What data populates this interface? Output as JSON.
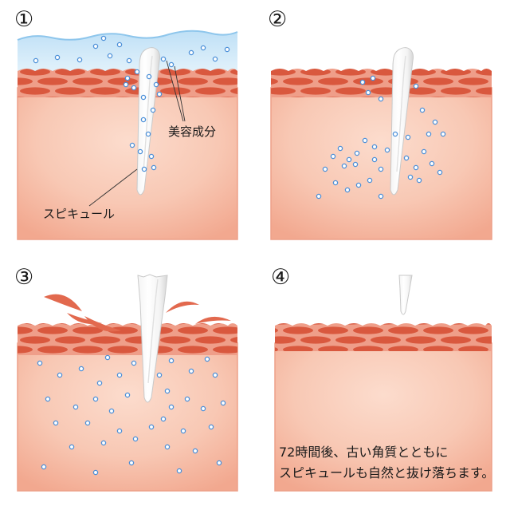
{
  "panels": [
    {
      "number": "①",
      "labels": {
        "ingredient": "美容成分",
        "spicule": "スピキュール"
      }
    },
    {
      "number": "②"
    },
    {
      "number": "③"
    },
    {
      "number": "④",
      "caption": [
        "72時間後、古い角質とともに",
        "スピキュールも自然と抜け落ちます。"
      ]
    }
  ],
  "colors": {
    "water": "#d3eaf8",
    "water_edge": "#8ec6ec",
    "cells": "#d9583e",
    "cell_gap": "#ef9e89",
    "dermis": "#f6bba5",
    "ingredient_dot": "#4b8fd8",
    "spicule": "#ffffff",
    "flake": "#e2694e"
  }
}
